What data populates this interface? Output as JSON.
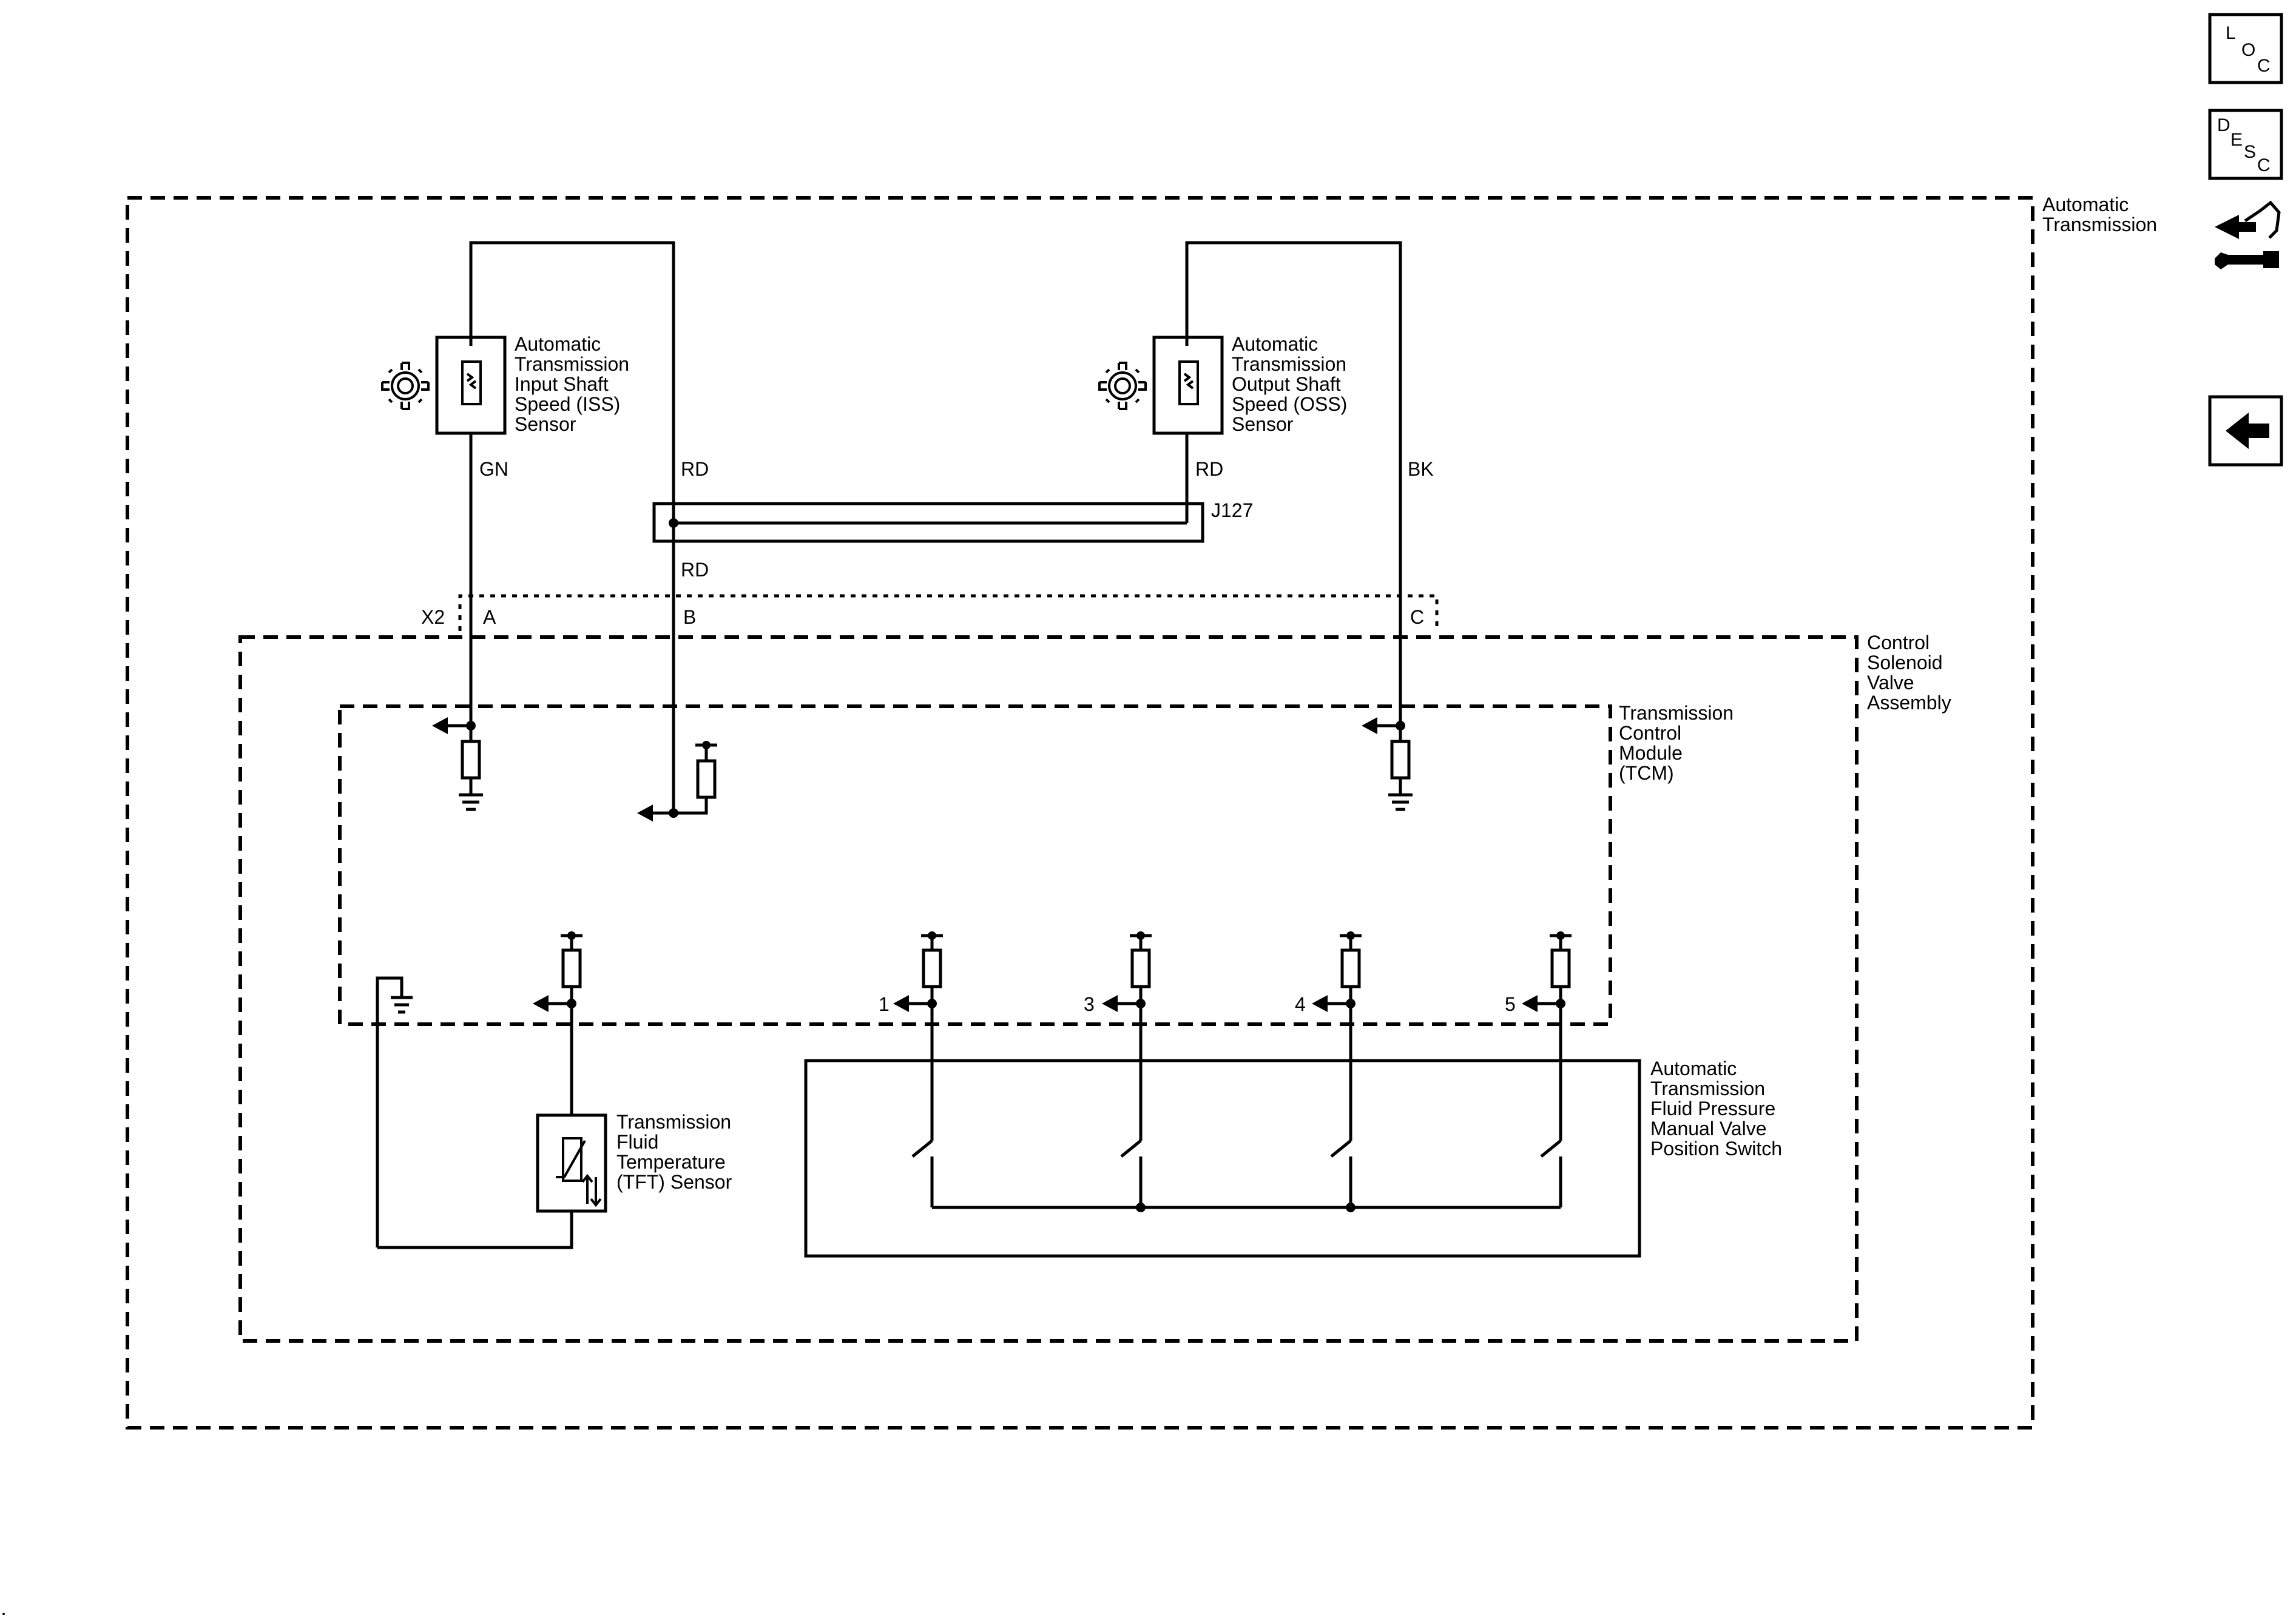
{
  "components": {
    "automatic_transmission": [
      "Automatic",
      "Transmission"
    ],
    "control_solenoid": [
      "Control",
      "Solenoid",
      "Valve",
      "Assembly"
    ],
    "tcm": [
      "Transmission",
      "Control",
      "Module",
      "(TCM)"
    ],
    "iss_sensor": [
      "Automatic",
      "Transmission",
      "Input Shaft",
      "Speed (ISS)",
      "Sensor"
    ],
    "oss_sensor": [
      "Automatic",
      "Transmission",
      "Output Shaft",
      "Speed (OSS)",
      "Sensor"
    ],
    "tft_sensor": [
      "Transmission",
      "Fluid",
      "Temperature",
      "(TFT) Sensor"
    ],
    "pressure_switch": [
      "Automatic",
      "Transmission",
      "Fluid Pressure",
      "Manual Valve",
      "Position Switch"
    ]
  },
  "wires": {
    "iss_signal": "GN",
    "iss_supply": "RD",
    "oss_supply": "RD",
    "splice_out": "RD",
    "oss_signal": "BK"
  },
  "splice": "J127",
  "connector": {
    "name": "X2",
    "pins": [
      "A",
      "B",
      "C"
    ]
  },
  "switch_circuits": [
    "1",
    "3",
    "4",
    "5"
  ],
  "nav": {
    "loc": [
      "L",
      "O",
      "C"
    ],
    "desc": [
      "D",
      "E",
      "S",
      "C"
    ]
  },
  "icons": [
    "loc-button",
    "desc-button",
    "connector-repair-icon",
    "back-arrow-icon"
  ]
}
